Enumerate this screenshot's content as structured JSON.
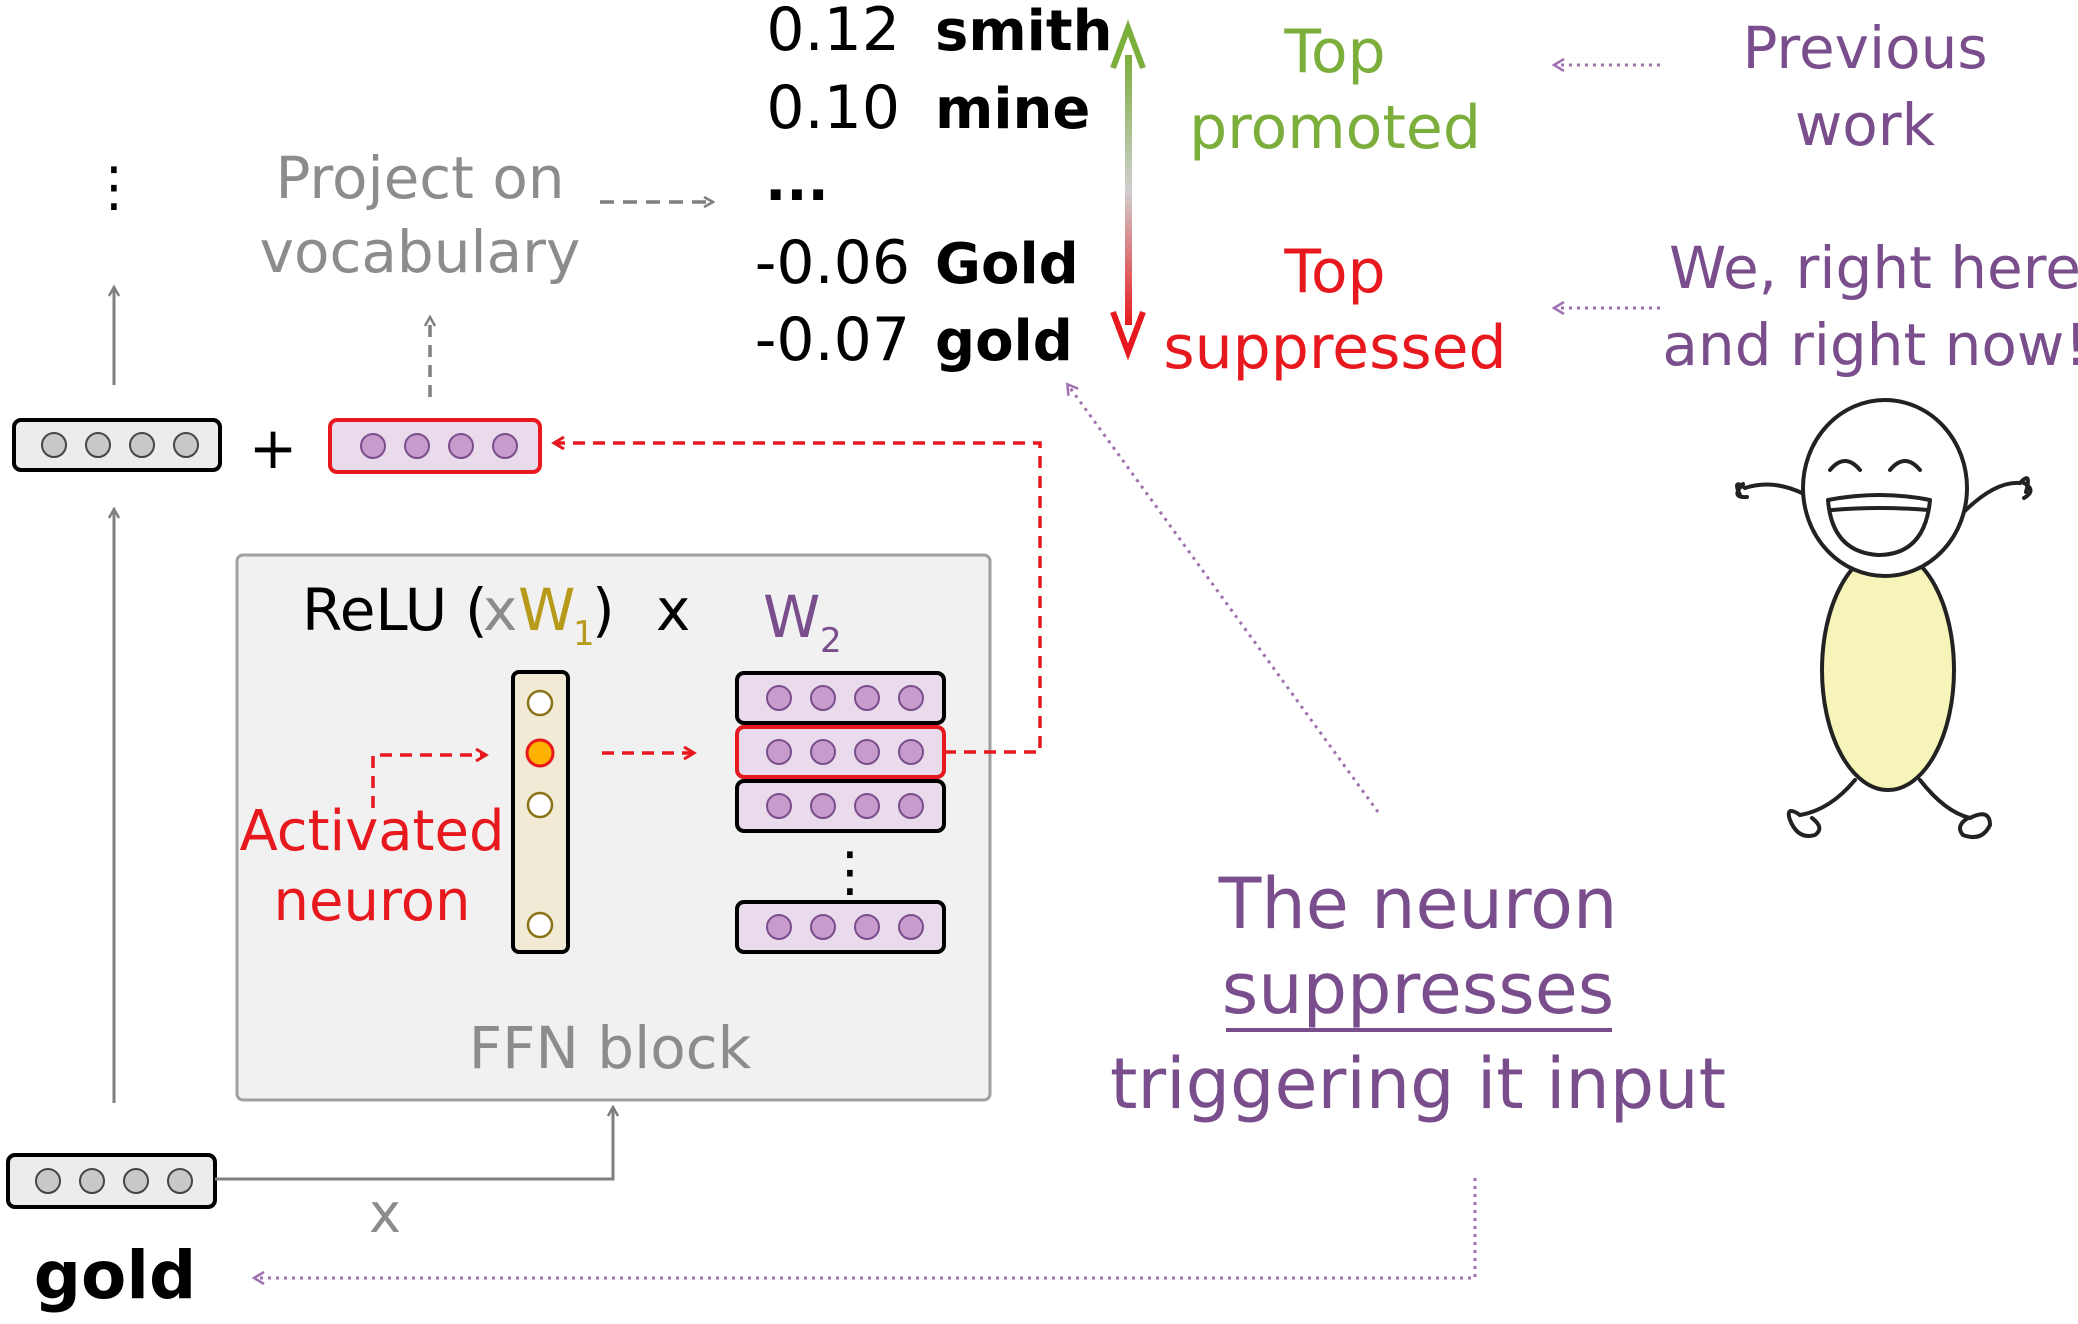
{
  "vocab_list": [
    {
      "score": "0.12",
      "token": "smith"
    },
    {
      "score": "0.10",
      "token": "mine"
    },
    {
      "score": "",
      "token": "..."
    },
    {
      "score": "-0.06",
      "token": "Gold"
    },
    {
      "score": "-0.07",
      "token": "gold"
    }
  ],
  "labels": {
    "top_promoted_1": "Top",
    "top_promoted_2": "promoted",
    "top_suppressed_1": "Top",
    "top_suppressed_2": "suppressed",
    "previous_work_1": "Previous",
    "previous_work_2": "work",
    "we_here_1": "We, right here",
    "we_here_2": "and right now!",
    "project_1": "Project on",
    "project_2": "vocabulary",
    "relu": "ReLU",
    "paren_open": "(",
    "x_var": "x",
    "w1": "W",
    "w1_sub": "1",
    "paren_close": ")",
    "times": "x",
    "w2": "W",
    "w2_sub": "2",
    "activated_1": "Activated",
    "activated_2": "neuron",
    "ffn_block": "FFN block",
    "plus": "+",
    "vdots": "⋮",
    "input_x": "x",
    "input_token": "gold",
    "neuron_caption_1": "The neuron",
    "neuron_caption_2": "suppresses",
    "neuron_caption_3": "triggering it input"
  },
  "colors": {
    "green": "#7cae3c",
    "red": "#e8191e",
    "purple": "#7a4e8c",
    "gray": "#7f7f7f",
    "olive": "#b89a1a",
    "lavender": "#e9dbec",
    "dot_purple": "#c79ccc",
    "neuron_bg": "#f1ead5",
    "ffn_bg": "#f1f1f1",
    "active_dot": "#ffb300",
    "face_fill": "#f6f4b8"
  }
}
